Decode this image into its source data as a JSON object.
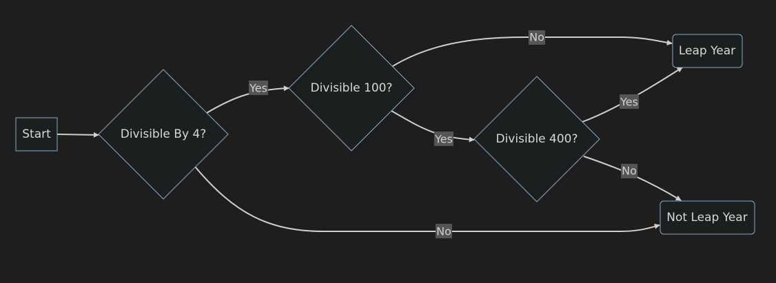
{
  "diagram": {
    "colors": {
      "background": "#1e1e1e",
      "node_fill": "#1b1f20",
      "node_stroke": "#8faac2",
      "edge": "#d0d0d0",
      "label_bg": "#555555",
      "text": "#d8d8d8"
    },
    "nodes": {
      "start": {
        "label": "Start",
        "shape": "rect"
      },
      "div4": {
        "label": "Divisible By 4?",
        "shape": "diamond"
      },
      "div100": {
        "label": "Divisible 100?",
        "shape": "diamond"
      },
      "div400": {
        "label": "Divisible 400?",
        "shape": "diamond"
      },
      "leap": {
        "label": "Leap Year",
        "shape": "rounded-rect"
      },
      "notleap": {
        "label": "Not Leap Year",
        "shape": "rounded-rect"
      }
    },
    "edges": {
      "start_div4": {
        "from": "Start",
        "to": "Divisible By 4?",
        "label": ""
      },
      "div4_div100": {
        "from": "Divisible By 4?",
        "to": "Divisible 100?",
        "label": "Yes"
      },
      "div4_notleap": {
        "from": "Divisible By 4?",
        "to": "Not Leap Year",
        "label": "No"
      },
      "div100_leap": {
        "from": "Divisible 100?",
        "to": "Leap Year",
        "label": "No"
      },
      "div100_div400": {
        "from": "Divisible 100?",
        "to": "Divisible 400?",
        "label": "Yes"
      },
      "div400_leap": {
        "from": "Divisible 400?",
        "to": "Leap Year",
        "label": "Yes"
      },
      "div400_notleap": {
        "from": "Divisible 400?",
        "to": "Not Leap Year",
        "label": "No"
      }
    }
  }
}
